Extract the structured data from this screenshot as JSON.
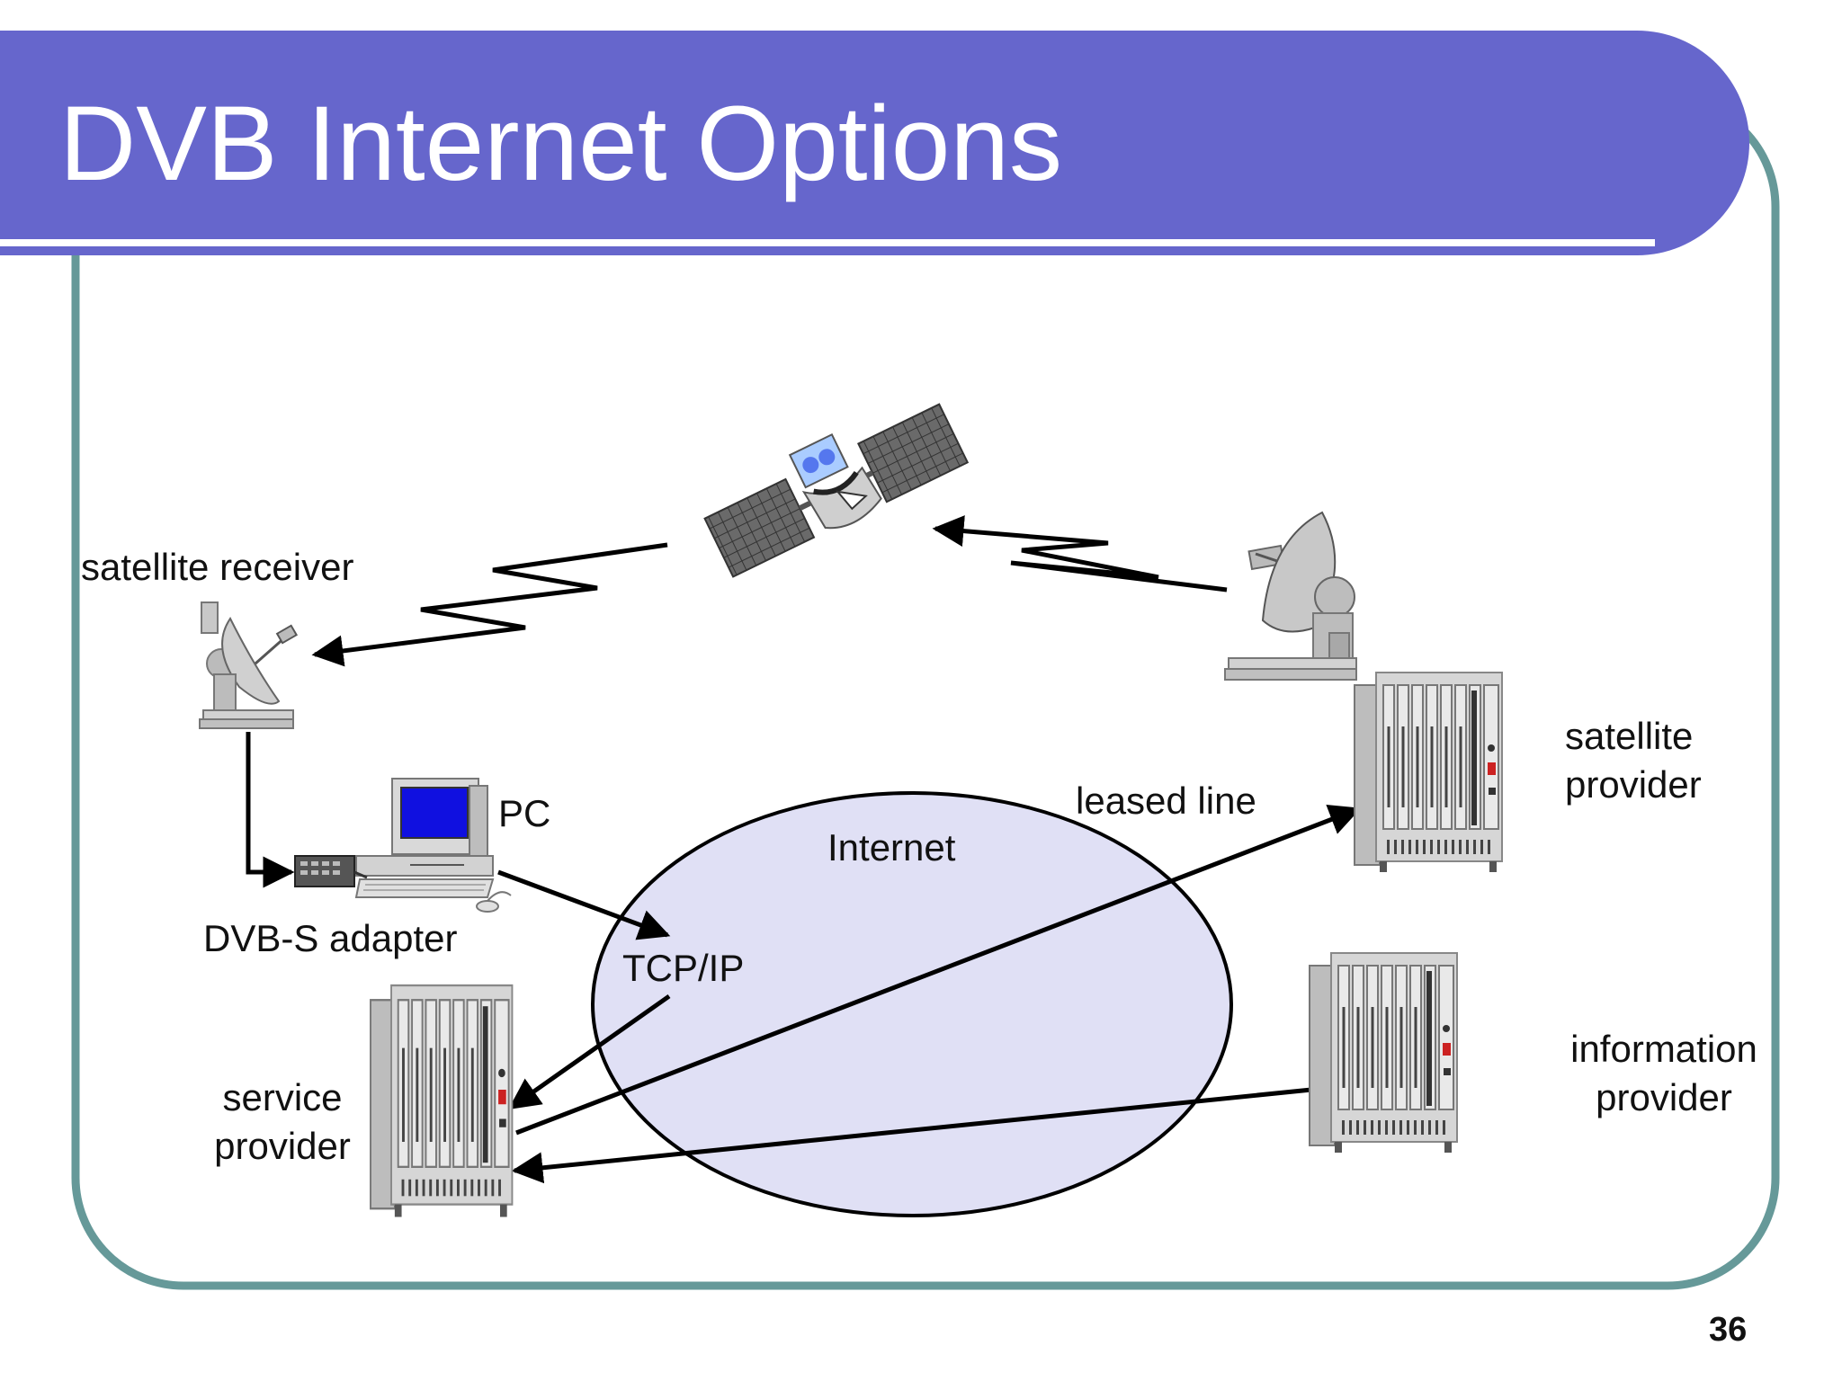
{
  "slide": {
    "title": "DVB Internet Options",
    "page_number": "36"
  },
  "labels": {
    "satellite_receiver": "satellite receiver",
    "pc": "PC",
    "dvb_s_adapter": "DVB-S adapter",
    "service_provider_line1": "service",
    "service_provider_line2": "provider",
    "internet": "Internet",
    "tcp_ip": "TCP/IP",
    "leased_line": "leased line",
    "satellite_provider_line1": "satellite",
    "satellite_provider_line2": "provider",
    "information_provider_line1": "information",
    "information_provider_line2": "provider"
  },
  "colors": {
    "title_band": "#6666cc",
    "frame": "#669999",
    "internet_cloud": "#e0e0f5",
    "pc_screen": "#1010e0",
    "satellite_panel": "#666666",
    "satellite_accent": "#5577ee"
  },
  "icons": [
    "satellite-icon",
    "satellite-dish-icon",
    "desktop-computer-icon",
    "dvb-adapter-icon",
    "server-rack-icon"
  ]
}
